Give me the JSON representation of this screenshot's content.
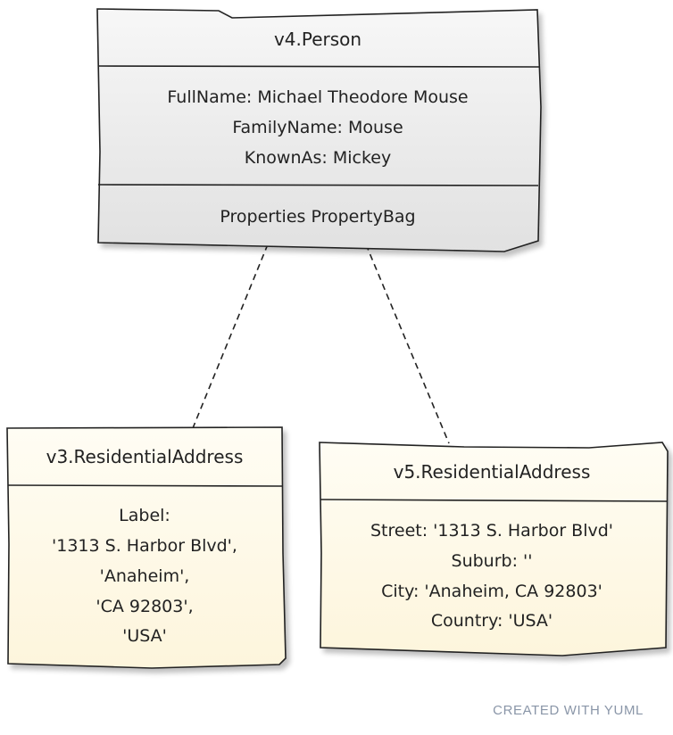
{
  "colors": {
    "person_fill_top": "#f7f7f7",
    "person_fill_bottom": "#e1e1e1",
    "address_fill_top": "#fffdf4",
    "address_fill_bottom": "#fdf5dc",
    "stroke": "#222222",
    "watermark": "#8a96a8"
  },
  "person": {
    "title": "v4.Person",
    "attributes": [
      "FullName: Michael Theodore Mouse",
      "FamilyName: Mouse",
      "KnownAs: Mickey"
    ],
    "methods": [
      "Properties PropertyBag"
    ]
  },
  "address_v3": {
    "title": "v3.ResidentialAddress",
    "attributes": [
      "Label:",
      "'1313 S. Harbor Blvd',",
      "'Anaheim',",
      "'CA 92803',",
      "'USA'"
    ]
  },
  "address_v5": {
    "title": "v5.ResidentialAddress",
    "attributes": [
      "Street: '1313 S. Harbor Blvd'",
      "Suburb: ''",
      "City: 'Anaheim, CA 92803'",
      "Country: 'USA'"
    ]
  },
  "footer": {
    "watermark": "CREATED WITH YUML"
  }
}
